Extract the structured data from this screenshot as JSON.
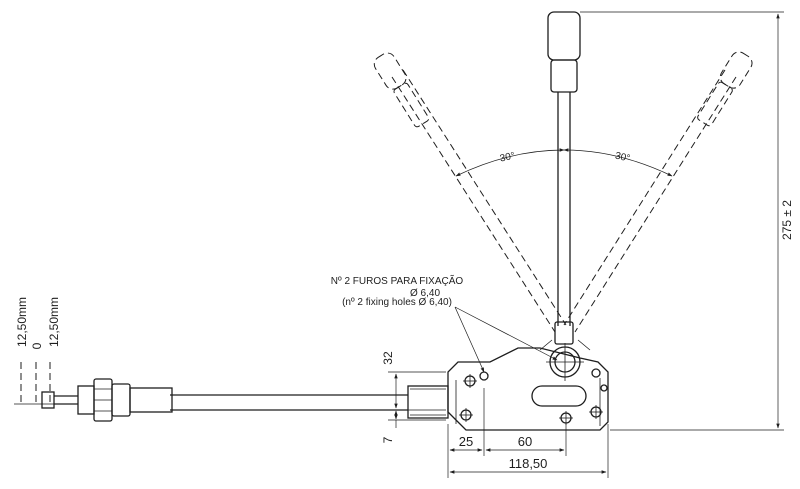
{
  "annotations": {
    "holes_pt": "Nº 2 FUROS PARA FIXAÇÃO",
    "holes_diam": "Ø 6,40",
    "holes_en": "(nº 2 fixing holes Ø 6,40)"
  },
  "dimensions": {
    "angle_left": "30°",
    "angle_right": "30°",
    "overall_height": "275 ± 2",
    "stroke_top": "12,50mm",
    "stroke_zero": "0",
    "stroke_bottom": "12,50mm",
    "body_height": "32",
    "base_offset": "7",
    "hole_offset": "25",
    "hole_spacing": "60",
    "overall_length": "118,50"
  }
}
